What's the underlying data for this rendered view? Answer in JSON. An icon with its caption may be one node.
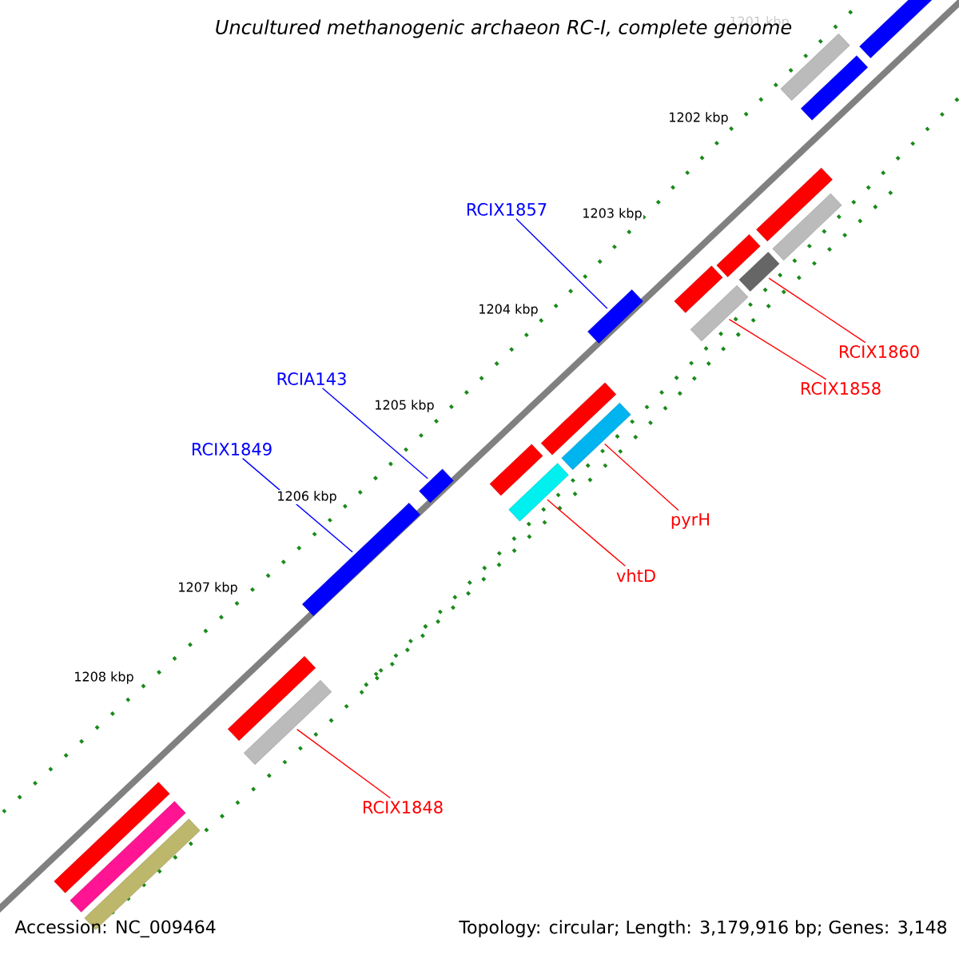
{
  "diagram": {
    "title": "Uncultured methanogenic archaeon RC-I, complete genome",
    "nodes": [
      {
        "text": [
          "RCIX1857"
        ]
      },
      {
        "text": [],
        "shape": "bar"
      },
      {
        "text": [
          "RCIA143"
        ]
      },
      {
        "text": [],
        "shape": "bar"
      },
      {
        "text": [
          "RCIX1849"
        ]
      },
      {
        "text": [],
        "shape": "bar"
      },
      {
        "text": [
          "RCIX1860"
        ]
      },
      {
        "text": [],
        "shape": "bar"
      },
      {
        "text": [
          "RCIX1858"
        ]
      },
      {
        "text": [],
        "shape": "bar"
      },
      {
        "text": [
          "pyrH"
        ]
      },
      {
        "text": [],
        "shape": "bar"
      },
      {
        "text": [
          "vhtD"
        ]
      },
      {
        "text": [],
        "shape": "bar"
      },
      {
        "text": [
          "RCIX1848"
        ]
      },
      {
        "text": [],
        "shape": "bar"
      },
      {
        "text": [],
        "shape": "bar"
      },
      {
        "text": [],
        "shape": "bar"
      },
      {
        "text": [],
        "shape": "bar"
      },
      {
        "text": [],
        "shape": "bar"
      },
      {
        "text": [],
        "shape": "bar"
      },
      {
        "text": [],
        "shape": "bar"
      },
      {
        "text": [],
        "shape": "bar"
      },
      {
        "text": [],
        "shape": "bar"
      },
      {
        "text": [],
        "shape": "bar"
      },
      {
        "text": [],
        "shape": "bar"
      },
      {
        "text": [],
        "shape": "bar"
      },
      {
        "text": [],
        "shape": "bar"
      },
      {
        "text": [],
        "shape": "bar"
      }
    ],
    "edges": [
      {
        "from": 0,
        "to": 1,
        "arrow": "none",
        "color": "#0000ff"
      },
      {
        "from": 2,
        "to": 3,
        "arrow": "none",
        "color": "#0000ff"
      },
      {
        "from": 4,
        "to": 5,
        "arrow": "none",
        "color": "#0000ff"
      },
      {
        "from": 6,
        "to": 7,
        "arrow": "none"
      },
      {
        "from": 8,
        "to": 9,
        "arrow": "none"
      },
      {
        "from": 10,
        "to": 11,
        "arrow": "none"
      },
      {
        "from": 12,
        "to": 13,
        "arrow": "none"
      },
      {
        "from": 14,
        "to": 15,
        "arrow": "none"
      }
    ],
    "labels": [
      "1201 kbp",
      "1202 kbp",
      "1203 kbp",
      "1204 kbp",
      "1205 kbp",
      "1206 kbp",
      "1207 kbp",
      "1208 kbp",
      "Accession: NC_009464",
      "Topology: circular; Length: 3,179,916 bp; Genes: 3,148"
    ]
  }
}
